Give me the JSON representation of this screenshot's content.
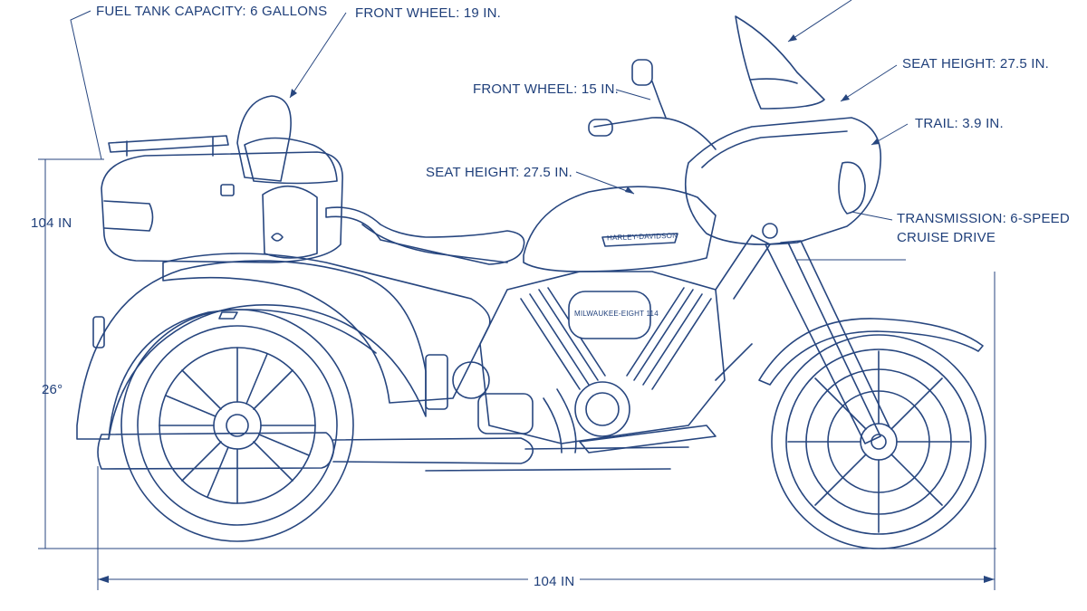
{
  "annotations": {
    "fuel_tank": "FUEL TANK CAPACITY: 6 GALLONS",
    "front_wheel_19": "FRONT WHEEL: 19 IN.",
    "front_wheel_15": "FRONT WHEEL: 15 IN.",
    "seat_height_mid": "SEAT HEIGHT: 27.5 IN.",
    "seat_height_right": "SEAT HEIGHT: 27.5 IN.",
    "trail": "TRAIL: 3.9 IN.",
    "transmission_line1": "TRANSMISSION: 6-SPEED",
    "transmission_line2": "CRUISE DRIVE"
  },
  "dimensions": {
    "overall_height": "104 IN",
    "rake_angle": "26°",
    "overall_length": "104 IN"
  },
  "badges": {
    "tank_logo": "HARLEY-DAVIDSON",
    "air_cleaner": "MILWAUKEE-EIGHT 114"
  },
  "colors": {
    "ink": "#27467f",
    "background": "#ffffff"
  }
}
